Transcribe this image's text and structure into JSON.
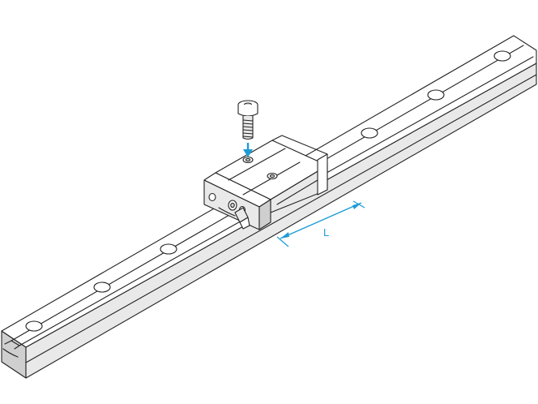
{
  "diagram": {
    "type": "technical-illustration",
    "dimension_label": "L",
    "colors": {
      "line": "#222222",
      "dimension": "#1d9bd6",
      "arrow": "#1d9bd6",
      "background": "#ffffff"
    },
    "parts": [
      "rail",
      "carriage-block",
      "cap-screw",
      "grease-nipple"
    ]
  }
}
